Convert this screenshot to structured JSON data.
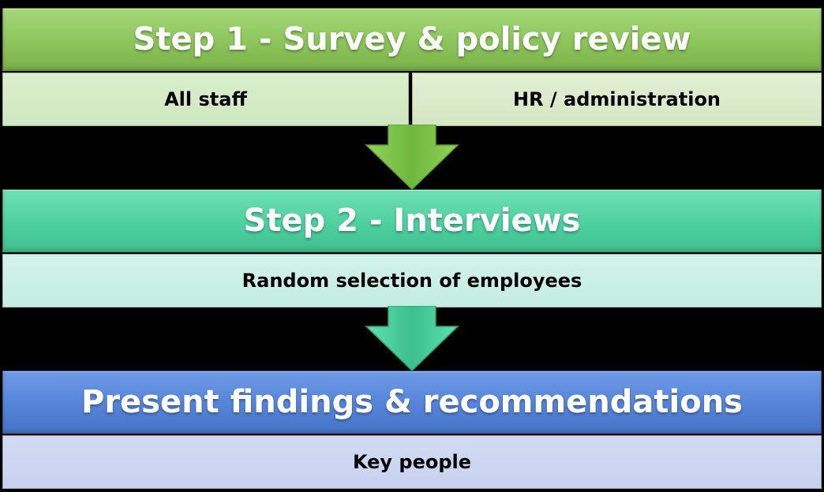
{
  "steps": [
    {
      "title": "Step 1 - Survey & policy review",
      "color": "#8cc55b",
      "audiences": [
        "All staff",
        "HR / administration"
      ]
    },
    {
      "title": "Step 2 - Interviews",
      "color": "#4fd0a0",
      "audiences": [
        "Random selection of employees"
      ]
    },
    {
      "title": "Present findings & recommendations",
      "color": "#5584d8",
      "audiences": [
        "Key people"
      ]
    }
  ],
  "connectors": [
    {
      "from": 0,
      "to": 1,
      "icon": "down-arrow-icon",
      "color": "#7cc04a"
    },
    {
      "from": 1,
      "to": 2,
      "icon": "down-arrow-icon",
      "color": "#45c99a"
    }
  ]
}
